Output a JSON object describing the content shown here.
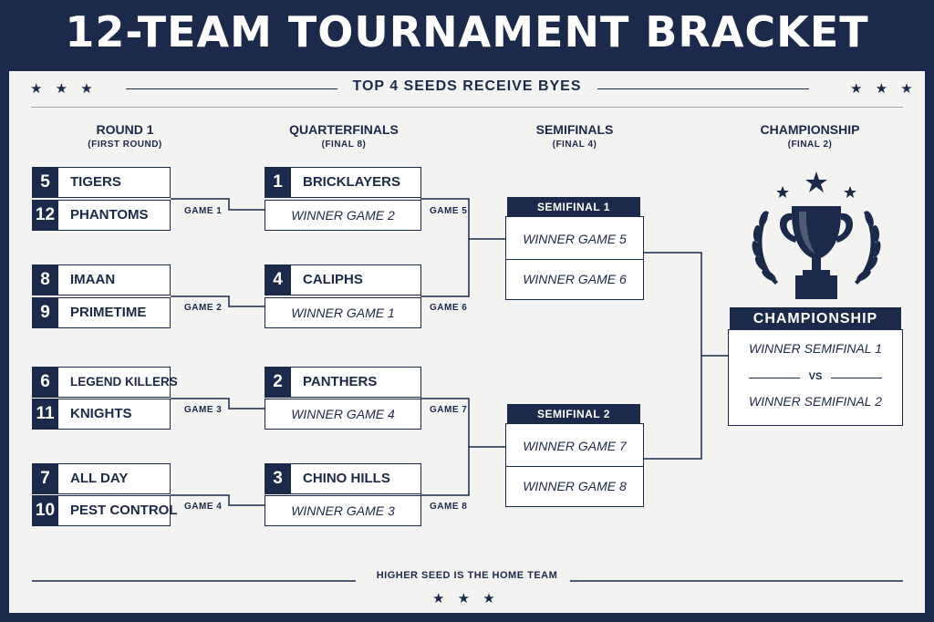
{
  "title": "12-TEAM TOURNAMENT BRACKET",
  "subtitle": "TOP 4 SEEDS RECEIVE BYES",
  "footer": "HIGHER SEED IS THE HOME TEAM",
  "stars": "★ ★ ★",
  "columns": {
    "round1": {
      "title": "ROUND 1",
      "sub": "(FIRST ROUND)"
    },
    "quarterfinals": {
      "title": "QUARTERFINALS",
      "sub": "(FINAL 8)"
    },
    "semifinals": {
      "title": "SEMIFINALS",
      "sub": "(FINAL 4)"
    },
    "championship": {
      "title": "CHAMPIONSHIP",
      "sub": "(FINAL 2)"
    }
  },
  "round1": [
    {
      "game": "GAME 1",
      "top": {
        "seed": "5",
        "team": "TIGERS"
      },
      "bottom": {
        "seed": "12",
        "team": "PHANTOMS"
      }
    },
    {
      "game": "GAME 2",
      "top": {
        "seed": "8",
        "team": "IMAAN"
      },
      "bottom": {
        "seed": "9",
        "team": "PRIMETIME"
      }
    },
    {
      "game": "GAME 3",
      "top": {
        "seed": "6",
        "team": "LEGEND KILLERS"
      },
      "bottom": {
        "seed": "11",
        "team": "KNIGHTS"
      }
    },
    {
      "game": "GAME 4",
      "top": {
        "seed": "7",
        "team": "ALL DAY"
      },
      "bottom": {
        "seed": "10",
        "team": "PEST CONTROL"
      }
    }
  ],
  "quarterfinals": [
    {
      "game": "GAME 5",
      "seed": "1",
      "team": "BRICKLAYERS",
      "opponent": "WINNER GAME 2"
    },
    {
      "game": "GAME 6",
      "seed": "4",
      "team": "CALIPHS",
      "opponent": "WINNER GAME 1"
    },
    {
      "game": "GAME 7",
      "seed": "2",
      "team": "PANTHERS",
      "opponent": "WINNER GAME 4"
    },
    {
      "game": "GAME 8",
      "seed": "3",
      "team": "CHINO HILLS",
      "opponent": "WINNER GAME 3"
    }
  ],
  "semifinals": [
    {
      "label": "SEMIFINAL 1",
      "top": "WINNER GAME 5",
      "bottom": "WINNER GAME 6"
    },
    {
      "label": "SEMIFINAL 2",
      "top": "WINNER GAME 7",
      "bottom": "WINNER GAME 8"
    }
  ],
  "championship": {
    "label": "CHAMPIONSHIP",
    "top": "WINNER SEMIFINAL 1",
    "vs": "VS",
    "bottom": "WINNER SEMIFINAL 2",
    "icon": "trophy-icon"
  },
  "colors": {
    "navy": "#1b2a4a",
    "background": "#f3f3f1",
    "white": "#ffffff"
  }
}
